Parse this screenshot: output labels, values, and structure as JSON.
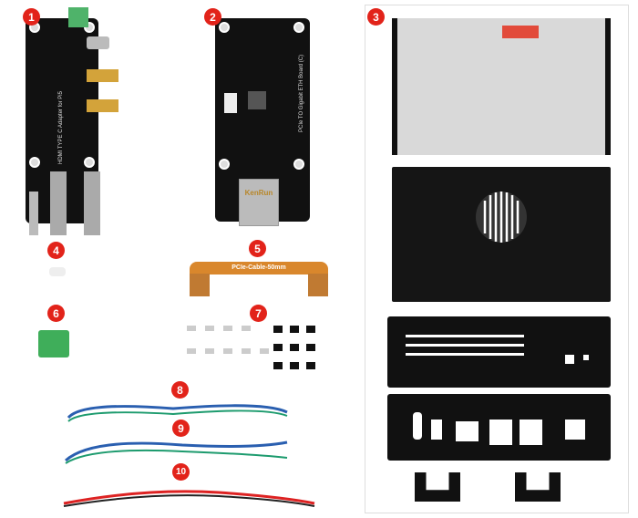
{
  "badges": [
    "1",
    "2",
    "3",
    "4",
    "5",
    "6",
    "7",
    "8",
    "9",
    "10"
  ],
  "board1": {
    "label": "HDMI TYPE C Adapter for Pi5"
  },
  "board2": {
    "label": "PCIe TO Gigabit ETH Board (C)",
    "jack_brand": "KenRun"
  },
  "cable": {
    "label": "PCIe-Cable-50mm"
  },
  "colors": {
    "badge": "#e2231a",
    "fpc": "#d9872c",
    "terminal": "#3fae5a"
  }
}
